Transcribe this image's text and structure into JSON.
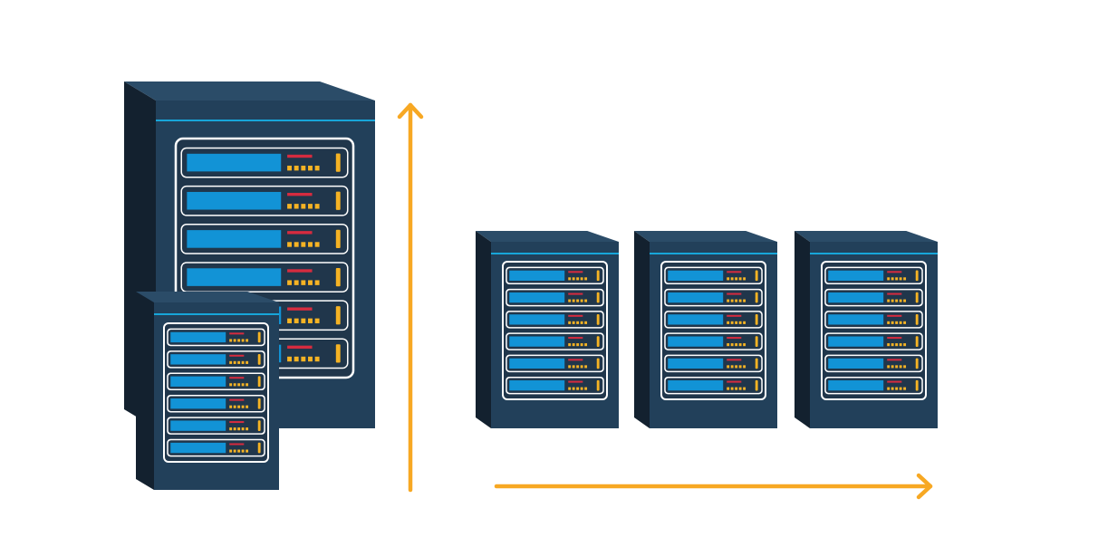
{
  "colors": {
    "background": "#ffffff",
    "cabinet_front": "#22405a",
    "cabinet_top": "#2b4c68",
    "cabinet_side": "#13212f",
    "accent_line": "#17a6d9",
    "panel_border": "#ffffff",
    "unit_bg": "#20364b",
    "screen": "#1293d6",
    "indicator_red": "#d62b3f",
    "indicator_amber": "#f5b324",
    "arrow": "#f7a823"
  },
  "diagram": {
    "concept": "vertical-vs-horizontal-scaling",
    "servers": [
      {
        "id": "large-server",
        "units": 6,
        "scaling": "vertical"
      },
      {
        "id": "small-server",
        "units": 6,
        "scaling": "vertical"
      },
      {
        "id": "cluster-server-1",
        "units": 6,
        "scaling": "horizontal"
      },
      {
        "id": "cluster-server-2",
        "units": 6,
        "scaling": "horizontal"
      },
      {
        "id": "cluster-server-3",
        "units": 6,
        "scaling": "horizontal"
      }
    ],
    "arrows": [
      {
        "id": "vertical-arrow",
        "direction": "up"
      },
      {
        "id": "horizontal-arrow",
        "direction": "right"
      }
    ]
  }
}
